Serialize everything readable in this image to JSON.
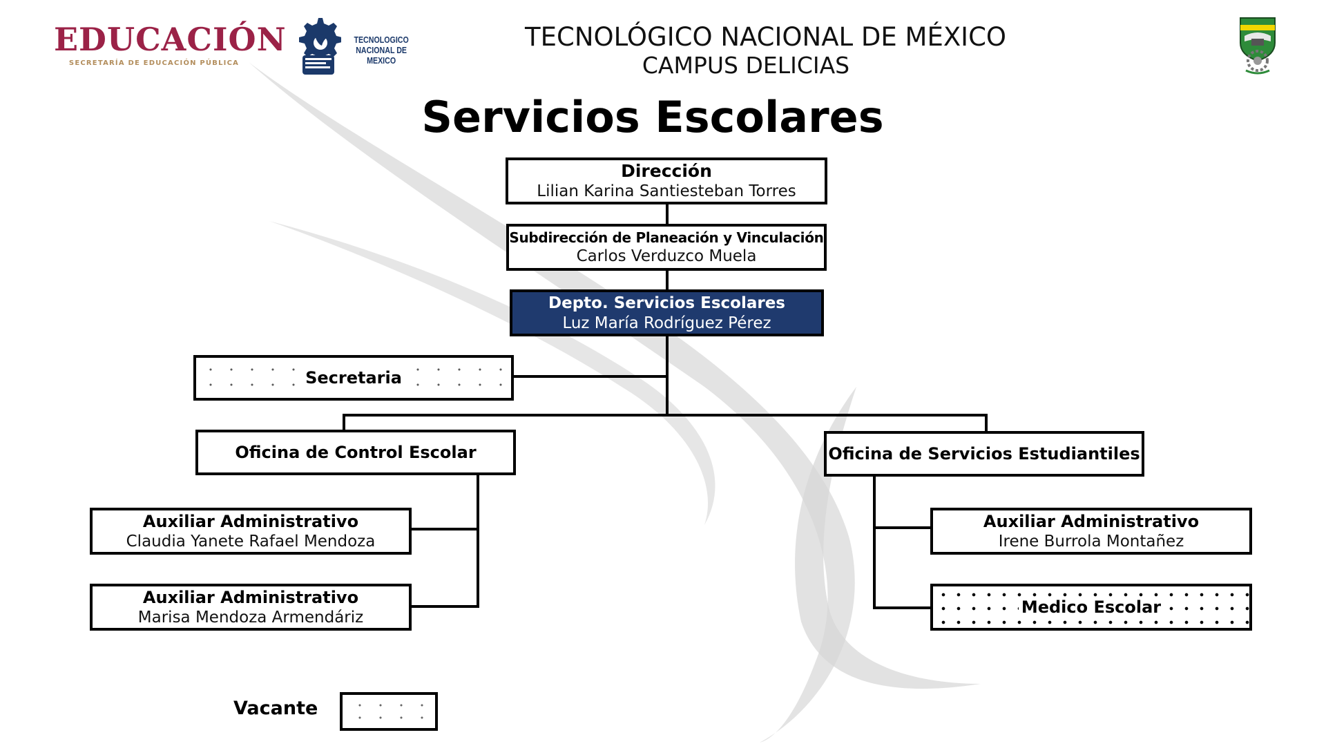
{
  "header": {
    "edu_title": "EDUCACIÓN",
    "edu_subtitle": "SECRETARÍA DE EDUCACIÓN PÚBLICA",
    "tecnm_logo_line1": "TECNOLOGICO",
    "tecnm_logo_line2": "NACIONAL DE MEXICO",
    "institution": "TECNOLÓGICO NACIONAL DE MÉXICO",
    "campus": "CAMPUS DELICIAS"
  },
  "title": "Servicios Escolares",
  "org": {
    "direccion": {
      "role": "Dirección",
      "person": "Lilian Karina Santiesteban Torres"
    },
    "subdireccion": {
      "role": "Subdirección de Planeación y Vinculación",
      "person": "Carlos Verduzco Muela"
    },
    "depto": {
      "role": "Depto. Servicios Escolares",
      "person": "Luz María Rodríguez Pérez"
    },
    "secretaria": {
      "role": "Secretaria"
    },
    "control_escolar": {
      "role": "Oficina de Control Escolar"
    },
    "servicios_estudiantiles": {
      "role": "Oficina de Servicios Estudiantiles"
    },
    "aux_claudia": {
      "role": "Auxiliar Administrativo",
      "person": "Claudia Yanete Rafael Mendoza"
    },
    "aux_marisa": {
      "role": "Auxiliar Administrativo",
      "person": "Marisa Mendoza Armendáriz"
    },
    "aux_irene": {
      "role": "Auxiliar Administrativo",
      "person": "Irene Burrola Montañez"
    },
    "medico": {
      "role": "Medico Escolar"
    }
  },
  "legend": {
    "vacante": "Vacante"
  },
  "colors": {
    "highlight": "#1f3a6e",
    "edu_red": "#9b2247",
    "edu_gold": "#b38e5d",
    "tecnm_blue": "#1b396a"
  }
}
